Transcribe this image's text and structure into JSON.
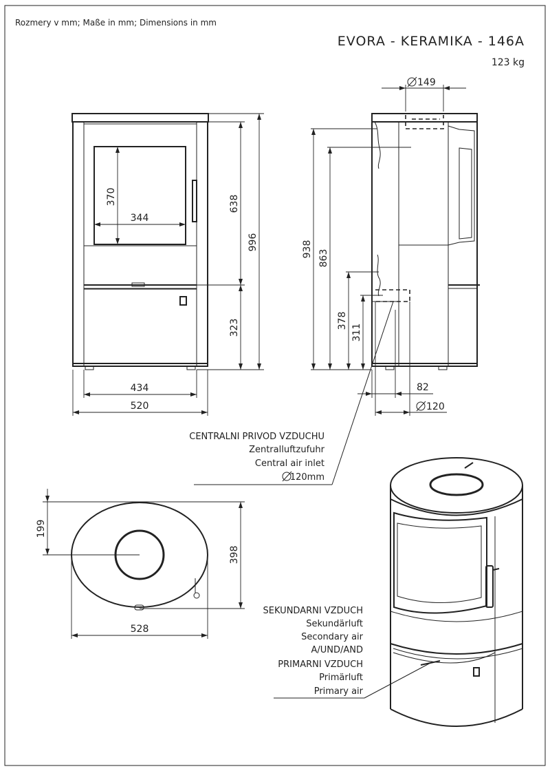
{
  "header": {
    "units_note": "Rozmery v mm; Maße in mm; Dimensions in mm",
    "model_title": "EVORA - KERAMIKA - 146A",
    "weight": "123 kg"
  },
  "front_view": {
    "glass_height": "370",
    "glass_width": "344",
    "door_height": "638",
    "total_height": "996",
    "lower_height": "323",
    "inner_width": "434",
    "total_width": "520"
  },
  "side_view": {
    "flue_diameter": "149",
    "flue_outlet_height": "938",
    "rear_outlet_height": "863",
    "air_inlet_top": "378",
    "air_inlet_center": "311",
    "air_inlet_offset": "82",
    "air_inlet_diameter": "120"
  },
  "top_view": {
    "flue_depth_center": "199",
    "total_depth": "398",
    "total_width": "528"
  },
  "central_air": {
    "lines": [
      "CENTRALNI PRIVOD VZDUCHU",
      "Zentralluftzufuhr",
      "Central air inlet"
    ],
    "diameter": "120mm"
  },
  "air_notes": {
    "lines": [
      "SEKUNDARNI VZDUCH",
      "Sekundärluft",
      "Secondary air",
      "A/UND/AND",
      "PRIMARNI VZDUCH",
      "Primärluft",
      "Primary air"
    ]
  },
  "icons": {
    "diameter": "diameter-symbol"
  }
}
